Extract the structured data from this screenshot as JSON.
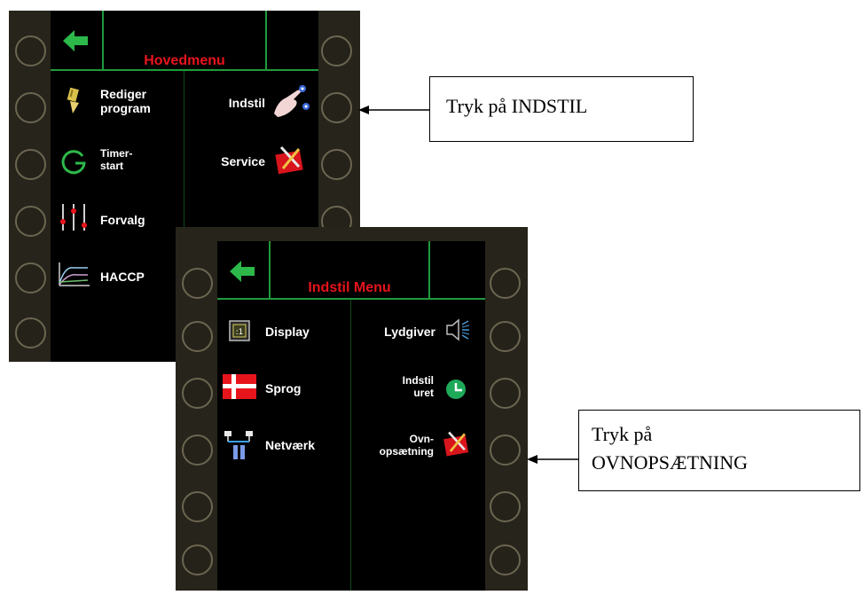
{
  "main_menu": {
    "title": "Hovedmenu",
    "items": {
      "rediger": "Rediger\nprogram",
      "timer": "Timer-\nstart",
      "forvalg": "Forvalg",
      "haccp": "HACCP",
      "indstil": "Indstil",
      "service": "Service"
    }
  },
  "settings_menu": {
    "title": "Indstil Menu",
    "items": {
      "display": "Display",
      "sprog": "Sprog",
      "netvaerk": "Netværk",
      "lydgiver": "Lydgiver",
      "indstil_uret": "Indstil\nuret",
      "ovnopsaetning": "Ovn-\nopsætning"
    }
  },
  "callouts": {
    "indstil": "Tryk på INDSTIL",
    "ovnopsaetning_line1": "Tryk på",
    "ovnopsaetning_line2": "OVNOPSÆTNING"
  },
  "colors": {
    "bezel": "#27241c",
    "screen": "#000000",
    "divider": "#1f9a3c",
    "title": "#e8141c",
    "back_arrow": "#2db84a"
  }
}
